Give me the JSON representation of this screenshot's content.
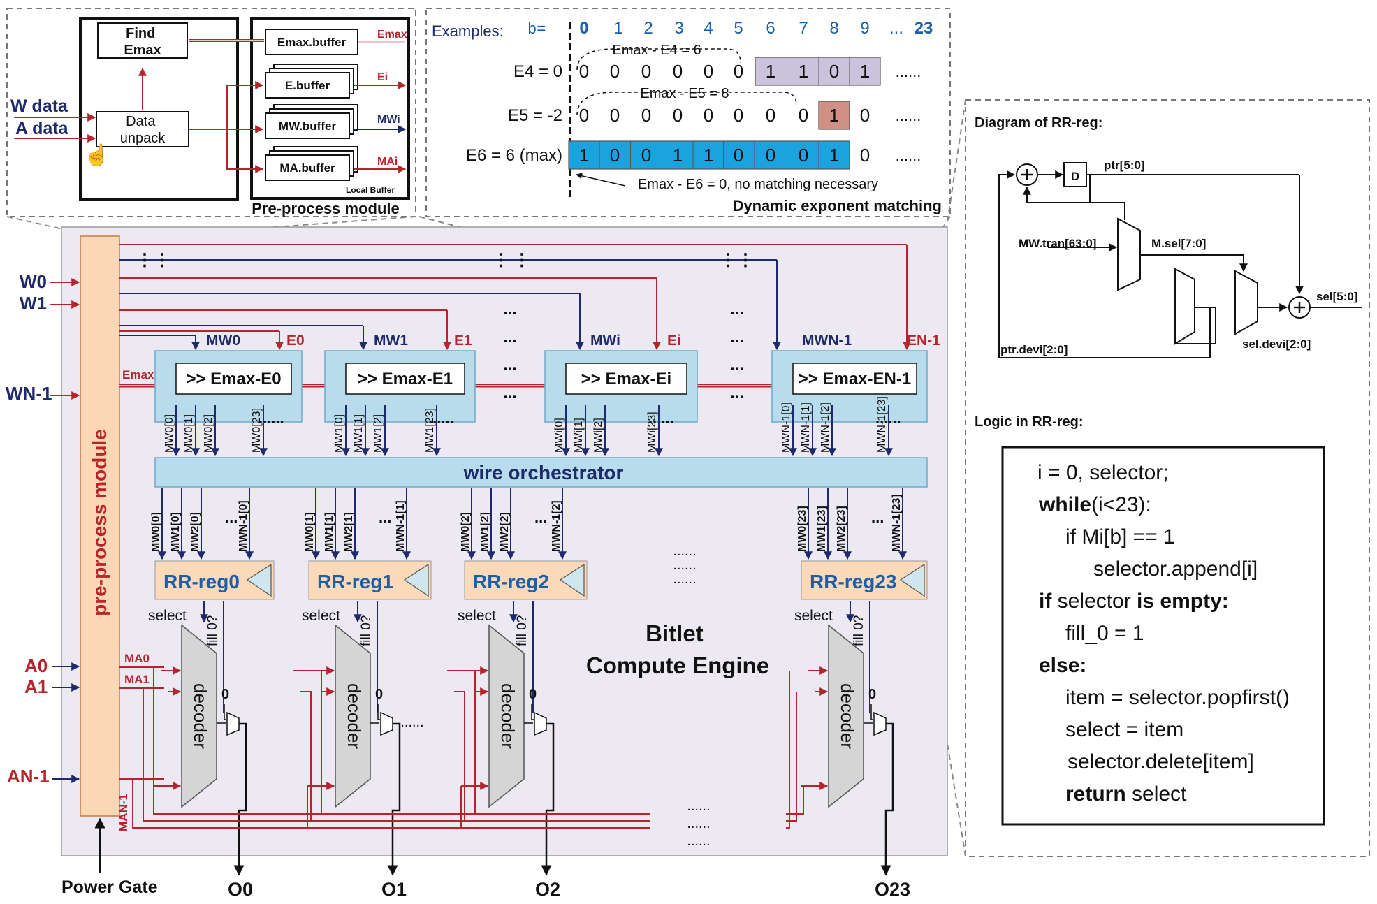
{
  "preprocess": {
    "find_emax": [
      "Find",
      "Emax"
    ],
    "data_unpack": [
      "Data",
      "unpack"
    ],
    "w_data": "W data",
    "a_data": "A data",
    "emax_buffer": "Emax.buffer",
    "e_buffer": "E.buffer",
    "mw_buffer": "MW.buffer",
    "ma_buffer": "MA.buffer",
    "local_buffer": "Local Buffer",
    "title": "Pre-process module",
    "out_emax": "Emax",
    "out_ei": "Ei",
    "out_mwi": "MWi",
    "out_mai": "MAi"
  },
  "examples": {
    "label": "Examples:",
    "b_label": "b=",
    "b_values": [
      "0",
      "1",
      "2",
      "3",
      "4",
      "5",
      "6",
      "7",
      "8",
      "9",
      "...",
      "23"
    ],
    "rows": [
      {
        "label": "E4 = 0",
        "bits": [
          "0",
          "0",
          "0",
          "0",
          "0",
          "0",
          "1",
          "1",
          "0",
          "1"
        ],
        "tail": "......",
        "note": "Emax - E4 = 6"
      },
      {
        "label": "E5 = -2",
        "bits": [
          "0",
          "0",
          "0",
          "0",
          "0",
          "0",
          "0",
          "0",
          "1",
          "0"
        ],
        "tail": "......",
        "note": "Emax - E5 = 8"
      },
      {
        "label": "E6 = 6 (max)",
        "bits": [
          "1",
          "0",
          "0",
          "1",
          "1",
          "0",
          "0",
          "0",
          "1",
          "0"
        ],
        "tail": "......",
        "note": "Emax - E6 = 0, no matching necessary"
      }
    ],
    "title": "Dynamic exponent matching"
  },
  "rr_diagram": {
    "title": "Diagram of RR-reg:",
    "ptr": "ptr[5:0]",
    "d_label": "D",
    "mw_tran": "MW.tran[63:0]",
    "m_sel": "M.sel[7:0]",
    "sel_out": "sel[5:0]",
    "ptr_devi": "ptr.devi[2:0]",
    "sel_devi": "sel.devi[2:0]"
  },
  "rr_logic": {
    "title": "Logic in RR-reg:",
    "lines": [
      "i = 0, selector;",
      "while(i<23):",
      "if  Mi[b] == 1",
      "selector.append[i]",
      "if selector is empty:",
      "fill_0 = 1",
      "else:",
      "item = selector.popfirst()",
      "select = item",
      "selector.delete[item]",
      "return select"
    ]
  },
  "engine": {
    "preprocess_label": "pre-process module",
    "title": [
      "Bitlet",
      "Compute Engine"
    ],
    "power_gate": "Power Gate",
    "w_inputs": [
      "W0",
      "W1",
      "WN-1"
    ],
    "a_inputs": [
      "A0",
      "A1",
      "AN-1"
    ],
    "ma_labels": [
      "MA0",
      "MA1",
      "MAN-1"
    ],
    "emax_label": "Emax",
    "mw_labels": [
      "MW0",
      "MW1",
      "MWi",
      "MWN-1"
    ],
    "e_labels": [
      "E0",
      "E1",
      "Ei",
      "EN-1"
    ],
    "shifters": [
      ">> Emax-E0",
      ">> Emax-E1",
      ">> Emax-Ei",
      ">> Emax-EN-1"
    ],
    "shifter_outputs": [
      [
        "MW0[0]",
        "MW0[1]",
        "MW0[2]",
        "MW0[23]"
      ],
      [
        "MW1[0]",
        "MW1[1]",
        "MW1[2]",
        "MW1[23]"
      ],
      [
        "MWi[0]",
        "MWi[1]",
        "MWi[2]",
        "MWi[23]"
      ],
      [
        "MWN-1[0]",
        "MWN-1[1]",
        "MWN-1[2]",
        "MWN-1[23]"
      ]
    ],
    "wire_orchestrator": "wire orchestrator",
    "orch_outputs": [
      [
        "MW0[0]",
        "MW1[0]",
        "MW2[0]",
        "MWN-1[0]"
      ],
      [
        "MW0[1]",
        "MW1[1]",
        "MW2[1]",
        "MWN-1[1]"
      ],
      [
        "MW0[2]",
        "MW1[2]",
        "MW2[2]",
        "MWN-1[2]"
      ],
      [
        "MW0[23]",
        "MW1[23]",
        "MW2[23]",
        "MWN-1[23]"
      ]
    ],
    "rr_regs": [
      "RR-reg0",
      "RR-reg1",
      "RR-reg2",
      "RR-reg23"
    ],
    "select": "select",
    "fill": "fill 0?",
    "decoder": "decoder",
    "zero": "0",
    "outputs": [
      "O0",
      "O1",
      "O2",
      "O23"
    ],
    "ellipsis6": "......",
    "ellipsis3": "...",
    "vdots": "⋮"
  },
  "colors": {
    "red": "#b5252b",
    "navy": "#1f2a6b",
    "blue_text": "#1a5fa8",
    "engine_bg": "#ece9f3",
    "cyan_box": "#b9dcec",
    "orange_box": "#fbd9b9",
    "bit_purple": "#cbc2dc",
    "bit_rose": "#d18f86",
    "bit_blue": "#1aa3de",
    "decoder_gray": "#d5d5d5"
  }
}
